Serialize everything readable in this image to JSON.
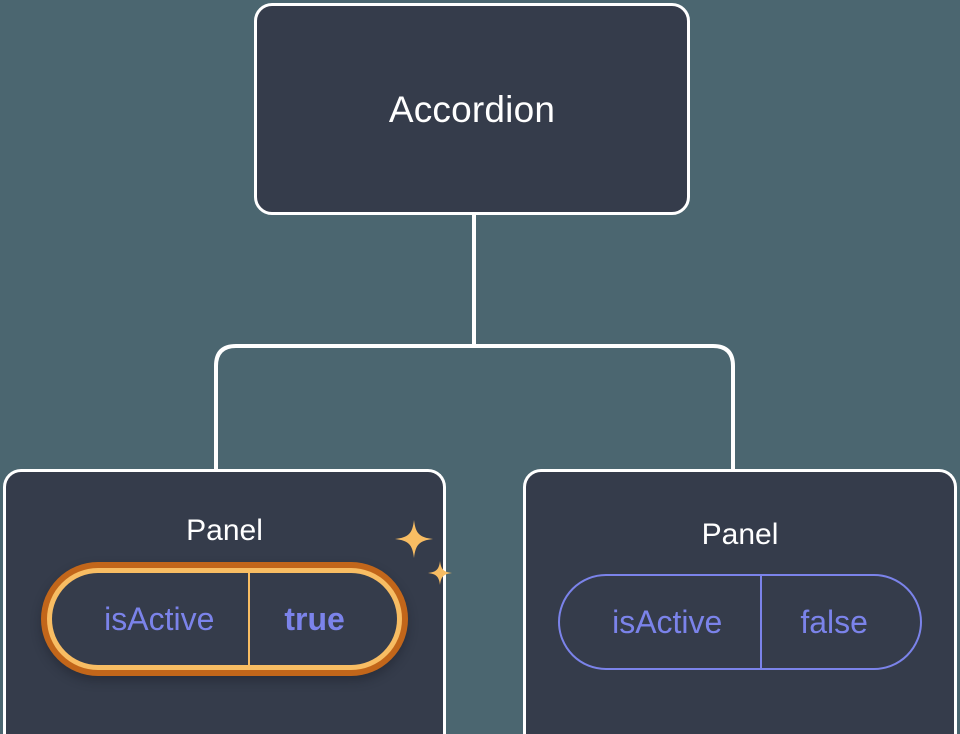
{
  "diagram": {
    "type": "component-tree",
    "background_color": "#4b6670",
    "node_fill_color": "#353c4b",
    "node_border_color": "#ffffff",
    "prop_color": "#7b83ea",
    "highlight_outer_color": "#c2661a",
    "highlight_inner_color": "#f8bd63",
    "sparkle_color": "#f8bd63",
    "root": {
      "label": "Accordion"
    },
    "children": [
      {
        "label": "Panel",
        "highlighted": true,
        "prop": {
          "key": "isActive",
          "value": "true"
        },
        "sparkle_icons": [
          "sparkle-large-icon",
          "sparkle-small-icon"
        ]
      },
      {
        "label": "Panel",
        "highlighted": false,
        "prop": {
          "key": "isActive",
          "value": "false"
        }
      }
    ]
  }
}
